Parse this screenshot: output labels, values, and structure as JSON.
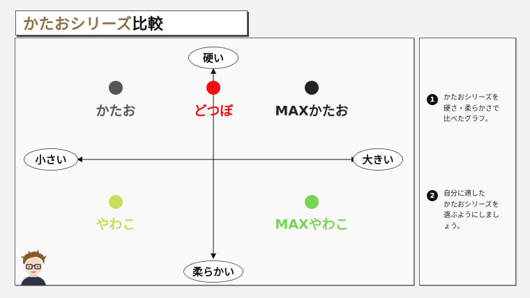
{
  "title": {
    "accent": "かたおシリーズ",
    "rest": "比較"
  },
  "axes": {
    "top": "硬い",
    "bottom": "柔らかい",
    "left": "小さい",
    "right": "大きい"
  },
  "items": [
    {
      "label": "かたお",
      "color": "#555555"
    },
    {
      "label": "どつぼ",
      "color": "#ee1111"
    },
    {
      "label": "MAXかたお",
      "color": "#222222"
    },
    {
      "label": "やわこ",
      "color": "#c8dd5a"
    },
    {
      "label": "MAXやわこ",
      "color": "#77d455"
    }
  ],
  "notes": [
    {
      "num": "1",
      "text": "かたおシリーズを\n硬さ・柔らかさで\n比べたグラフ。"
    },
    {
      "num": "2",
      "text": "自分に適した\nかたおシリーズを\n選ぶようにしまし\nょう。"
    }
  ]
}
